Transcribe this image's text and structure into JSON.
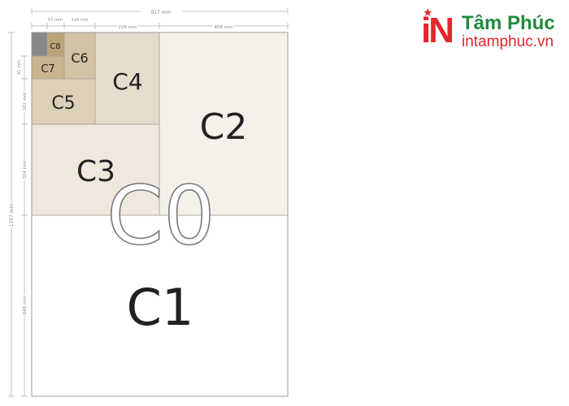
{
  "paper_sizes": {
    "labels": {
      "c0": "C0",
      "c1": "C1",
      "c2": "C2",
      "c3": "C3",
      "c4": "C4",
      "c5": "C5",
      "c6": "C6",
      "c7": "C7",
      "c8": "C8"
    },
    "dimensions_top": {
      "total": "917 mm",
      "c8": "57 mm",
      "c6": "114 mm",
      "c4": "229 mm",
      "c2": "458 mm"
    },
    "dimensions_left": {
      "total": "1297 mm",
      "c7": "81 mm",
      "c5": "162 mm",
      "c3": "324 mm",
      "c1": "648 mm"
    }
  },
  "colors": {
    "c1": "#ffffff",
    "c2": "#f5f1ea",
    "c3": "#efe8dc",
    "c4": "#e6dccb",
    "c5": "#ddd0b8",
    "c6": "#d3c3a4",
    "c7": "#c8b48e",
    "c8": "#bca47a",
    "corner": "#888888",
    "outline": "#9a9a9a",
    "dim_line": "#b0b0b0",
    "dim_text": "#8a8a8a",
    "label": "#222222"
  },
  "logo": {
    "mark": "iN",
    "name": "Tâm Phúc",
    "url": "intamphuc.vn"
  }
}
